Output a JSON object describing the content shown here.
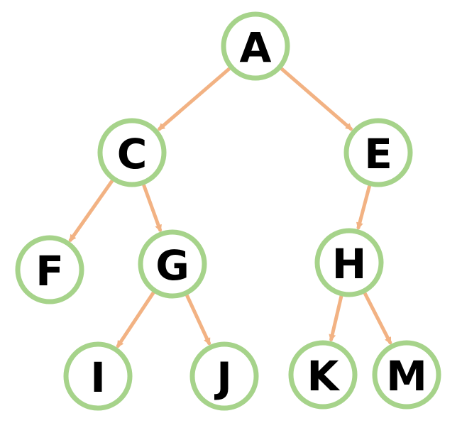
{
  "colors": {
    "node_stroke": "#a6d38a",
    "node_fill": "#ffffff",
    "edge": "#f2b283",
    "label": "#000000"
  },
  "nodes": {
    "A": {
      "label": "A"
    },
    "C": {
      "label": "C"
    },
    "E": {
      "label": "E"
    },
    "F": {
      "label": "F"
    },
    "G": {
      "label": "G"
    },
    "H": {
      "label": "H"
    },
    "I": {
      "label": "I"
    },
    "J": {
      "label": "J"
    },
    "K": {
      "label": "K"
    },
    "M": {
      "label": "M"
    }
  },
  "edges": [
    {
      "from": "A",
      "to": "C"
    },
    {
      "from": "A",
      "to": "E"
    },
    {
      "from": "C",
      "to": "F"
    },
    {
      "from": "C",
      "to": "G"
    },
    {
      "from": "E",
      "to": "H"
    },
    {
      "from": "G",
      "to": "I"
    },
    {
      "from": "G",
      "to": "J"
    },
    {
      "from": "H",
      "to": "K"
    },
    {
      "from": "H",
      "to": "M"
    }
  ]
}
